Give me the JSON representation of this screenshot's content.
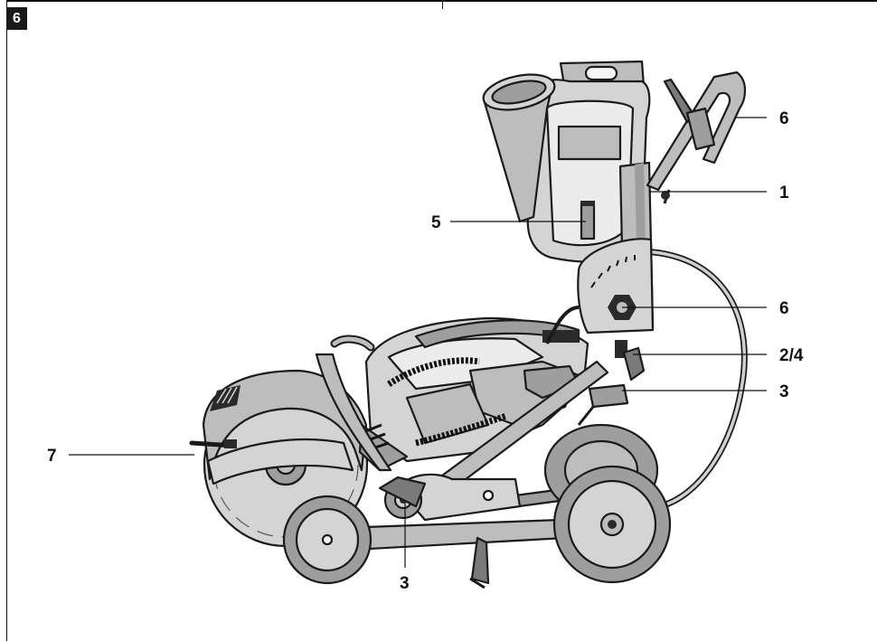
{
  "figure": {
    "number": "6"
  },
  "callouts": [
    {
      "id": "handle",
      "label": "6"
    },
    {
      "id": "mast",
      "label": "1"
    },
    {
      "id": "tank-valve",
      "label": "5"
    },
    {
      "id": "knob",
      "label": "6"
    },
    {
      "id": "lever",
      "label": "2/4"
    },
    {
      "id": "clamp-upper",
      "label": "3"
    },
    {
      "id": "water-nozzle",
      "label": "7"
    },
    {
      "id": "clamp-lower",
      "label": "3"
    }
  ]
}
